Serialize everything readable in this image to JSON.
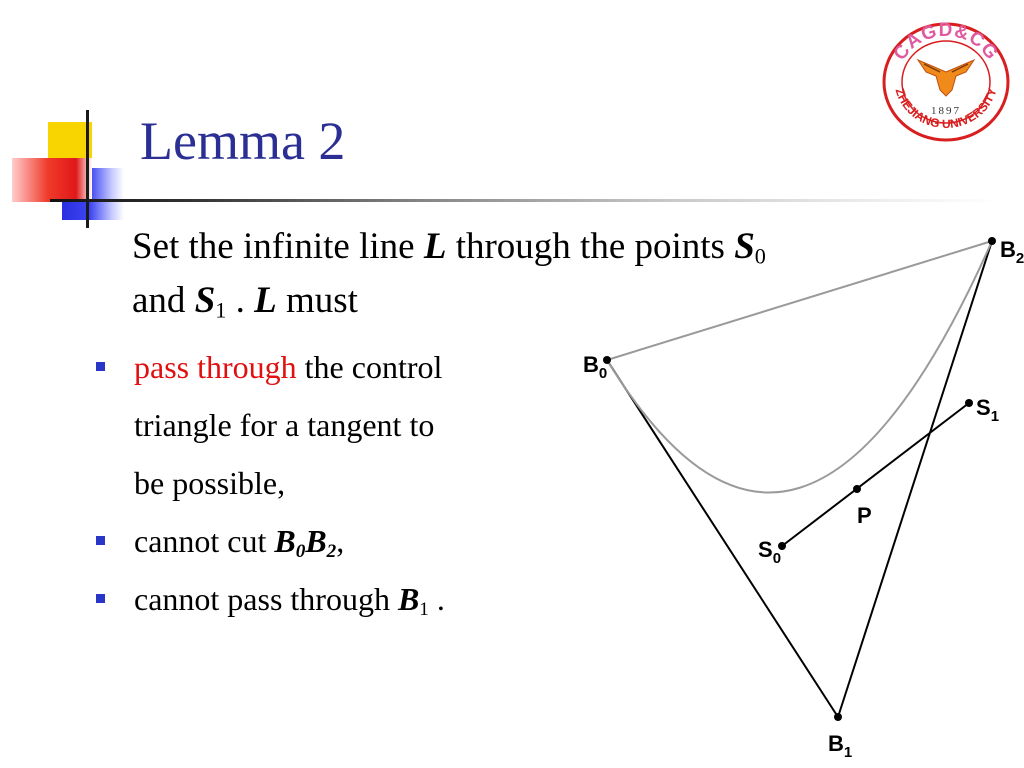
{
  "slide": {
    "title": "Lemma 2",
    "intro": {
      "line1_a": "Set the infinite line ",
      "line1_L": "L",
      "line1_b": " through the points ",
      "line1_S": "S",
      "line1_S_sub": "0",
      "line2_a": "and ",
      "line2_S": "S",
      "line2_S_sub": "1",
      "line2_b": " . ",
      "line2_L": "L",
      "line2_c": " must"
    },
    "bullets": {
      "b1_red": "pass through",
      "b1_rest": " the control",
      "b1_line2": "triangle for a tangent to",
      "b1_line3": "be possible,",
      "b2_a": "cannot cut ",
      "b2_B": "B",
      "b2_sub0": "0",
      "b2_B2": "B",
      "b2_sub2": "2",
      "b2_end": ",",
      "b3_a": "cannot pass through ",
      "b3_B": "B",
      "b3_sub": "1",
      "b3_end": " ."
    }
  },
  "logo": {
    "top_text": "CAGD&CG",
    "year": "1897",
    "bottom_text": "ZHEJIANG UNIVERSITY"
  },
  "diagram": {
    "B0": "B",
    "B0_sub": "0",
    "B1": "B",
    "B1_sub": "1",
    "B2": "B",
    "B2_sub": "2",
    "S0": "S",
    "S0_sub": "0",
    "S1": "S",
    "S1_sub": "1",
    "P": "P"
  },
  "colors": {
    "title": "#2b2f93",
    "emphasis": "#e01010",
    "bullet": "#2a36c8",
    "logo_red": "#d81e1e",
    "logo_pink": "#e05aa0",
    "logo_orange": "#f08a1a"
  }
}
